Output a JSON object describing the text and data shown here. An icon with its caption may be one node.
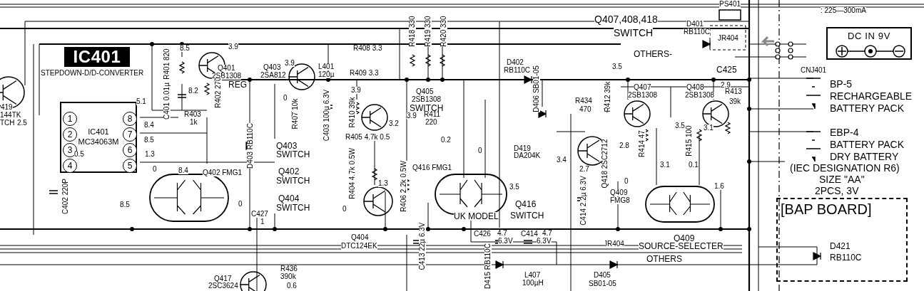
{
  "diagram": {
    "nodes": [
      {
        "text": [
          "IC401"
        ],
        "beside": [
          "STEPDOWN-D/D-CONVERTER"
        ]
      },
      {
        "text": [
          "IC401 MC34063M"
        ]
      },
      {
        "text": [
          "1"
        ],
        "in": 1
      },
      {
        "text": [
          "2"
        ],
        "in": 1
      },
      {
        "text": [
          "3"
        ],
        "in": 1
      },
      {
        "text": [
          "4"
        ],
        "in": 1
      },
      {
        "text": [
          "5"
        ],
        "in": 1
      },
      {
        "text": [
          "6"
        ],
        "in": 1
      },
      {
        "text": [
          "7"
        ],
        "in": 1
      },
      {
        "text": [
          "8"
        ],
        "in": 1
      },
      {
        "text": [
          "DC IN 9V"
        ]
      },
      {
        "text": [
          "[BAP BOARD]"
        ]
      }
    ],
    "labels": [
      ": 225—300mA",
      "Q407,408,418",
      "SWITCH",
      "PS401",
      "D401",
      "RB110C",
      "JR404",
      "OTHERS-",
      "C425",
      "CNJ401",
      "R418 330",
      "R419 330",
      "R420 330",
      "R408 3.3",
      "R409 3.3",
      "8.5",
      "3.9",
      "R401 820",
      "Q401",
      "2SB1308",
      "REG",
      "C401 0.01µ",
      "8.2",
      "R402 270",
      "Q403",
      "2SA812",
      "3.9",
      "0",
      "L401",
      "120µ",
      "3.9",
      "R410 39k",
      "Q405",
      "2SB1308",
      "SWITCH",
      "3.2",
      "3.9",
      "R411",
      "220",
      "C403 100µ 6.3V",
      "R407 10k",
      "D402",
      "RB110C",
      "D406 SB01-05",
      "3.5",
      "R434",
      "470",
      "R412 39k",
      "Q407",
      "2SB1308",
      "Q408",
      "2.9",
      "2SB1308",
      "R413",
      "39k",
      "3.5",
      "3.1",
      "BP-5",
      "RECHARGEABLE",
      "BATTERY PACK",
      "EBP-4",
      "BATTERY PACK",
      "DRY BATTERY",
      "(IEC DESIGNATION R6)",
      "SIZE \"AA\"",
      "2PCS, 3V",
      "D421",
      "RB110C",
      "419",
      "144TK",
      "TCH",
      "2.5",
      "5.1",
      "R403",
      "1k",
      "8.4",
      "8.5",
      "0.5",
      "1.3",
      "D403 RB110C",
      "Q403",
      "SWITCH",
      "Q402",
      "SWITCH",
      "Q404",
      "SWITCH",
      "0",
      "8.4",
      "Q402 FMG1",
      "8.5",
      "0",
      "C427",
      "1",
      "C402 220P",
      "R404 4.7k 0.5W",
      "1.3",
      "0",
      "R406 2.2k 0.5W",
      "Q416 FMG1",
      "0",
      "0.2",
      "R405 4.7k 0.5",
      "D419",
      "DA204K",
      "3.5",
      "UK MODEL",
      "Q416",
      "SWITCH",
      "3.4",
      "2.7",
      "Q418 2SC2712",
      "2.8",
      "R414 47",
      "R415 100",
      "3.1",
      "0.1",
      "0",
      "1.6",
      "Q409",
      "FMG8",
      "C414 2.2µ 6.3V",
      "Q409",
      "SOURCE-SELECTER",
      "OTHERS",
      "JR404",
      "Q404",
      "DTC124EK",
      "C413 22µ 6.3V",
      "C426",
      "4.7",
      "6.3V",
      "C414",
      "4.7",
      "6.3V",
      "D415 RB110C",
      "L407",
      "100µH",
      "D405",
      "SB01-05",
      "Q417",
      "2SC3624",
      "R436",
      "390k",
      "0.6"
    ]
  }
}
